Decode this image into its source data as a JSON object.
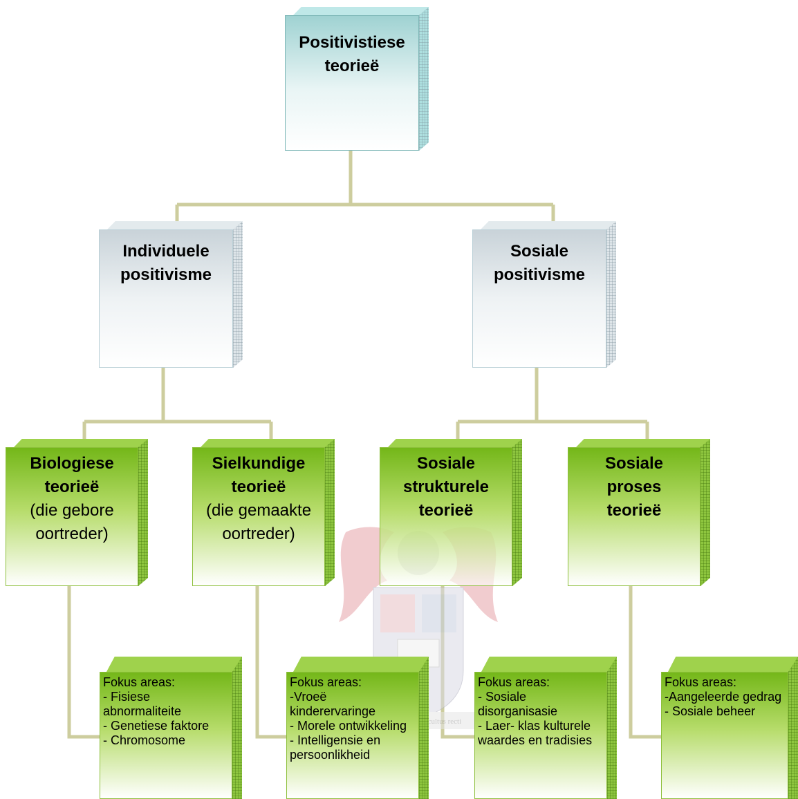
{
  "root": {
    "title": "Positivistiese teorieë"
  },
  "level2": [
    {
      "title": "Individuele positivisme"
    },
    {
      "title": "Sosiale positivisme"
    }
  ],
  "level3": [
    {
      "title": "Biologiese teorieë",
      "subtitle": "(die gebore oortreder)"
    },
    {
      "title": "Sielkundige teorieë",
      "subtitle": "(die gemaakte oortreder)"
    },
    {
      "title": "Sosiale strukturele teorieë",
      "subtitle": ""
    },
    {
      "title": "Sosiale proses teorieë",
      "subtitle": ""
    }
  ],
  "focus": [
    {
      "title": "Fokus areas:",
      "items": [
        "- Fisiese abnormaliteite",
        "- Genetiese faktore",
        "- Chromosome"
      ]
    },
    {
      "title": "Fokus areas:",
      "items": [
        "-Vroeë kinderervaringe",
        "- Morele ontwikkeling",
        "- Intelligensie en persoonlikheid"
      ]
    },
    {
      "title": "Fokus areas:",
      "items": [
        "- Sosiale disorganisasie",
        "- Laer- klas kulturele waardes en  tradisies"
      ]
    },
    {
      "title": "Fokus areas:",
      "items": [
        "-Aangeleerde gedrag",
        "- Sosiale beheer"
      ]
    }
  ],
  "watermark": {
    "motto": "Pectora roborant cultus recti"
  },
  "colors": {
    "connector": "#cdcd9e",
    "green": "#8ec63f",
    "grey_box": "#e6ecef",
    "root_box": "#b7e4e4"
  }
}
